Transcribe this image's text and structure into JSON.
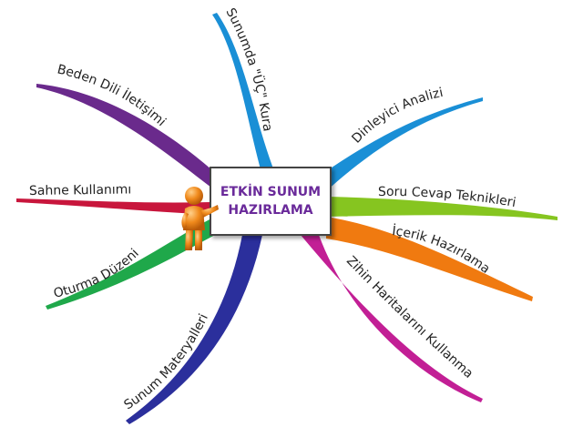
{
  "center": {
    "title": "ETKİN SUNUM\nHAZIRLAMA",
    "color": "#6a2a9a"
  },
  "branches": [
    {
      "id": "uc-kura",
      "label": "Sunumda \"ÜÇ\" Kura",
      "color": "#1a8fd6"
    },
    {
      "id": "dinleyici",
      "label": "Dinleyici Analizi",
      "color": "#1a8fd6"
    },
    {
      "id": "soru-cevap",
      "label": "Soru Cevap Teknikleri",
      "color": "#86c520"
    },
    {
      "id": "icerik",
      "label": "İçerik Hazırlama",
      "color": "#f07a10"
    },
    {
      "id": "zihin",
      "label": "Zihin Haritalarını Kullanma",
      "color": "#c21f95"
    },
    {
      "id": "materyaller",
      "label": "Sunum Materyalleri",
      "color": "#2b2f9c"
    },
    {
      "id": "oturma",
      "label": "Oturma Düzeni",
      "color": "#1fa84a"
    },
    {
      "id": "sahne",
      "label": "Sahne Kullanımı",
      "color": "#c8163c"
    },
    {
      "id": "beden-dili",
      "label": "Beden Dili İletişimi",
      "color": "#6a2a8c"
    }
  ],
  "figure": {
    "icon": "presenter-figure-icon",
    "color": "#f08a1c"
  }
}
